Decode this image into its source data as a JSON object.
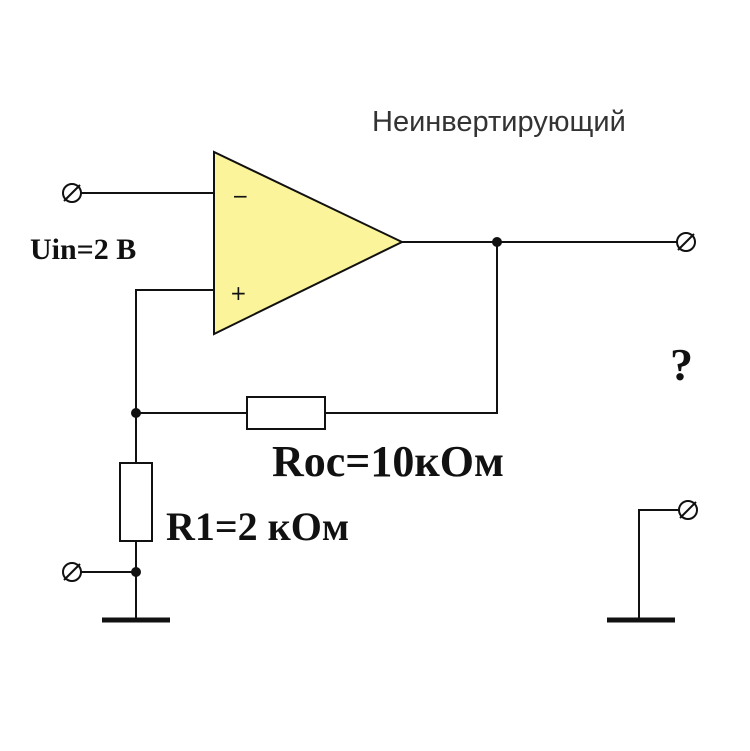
{
  "diagram": {
    "title": "Неинвертирующий",
    "opamp": {
      "inverting_sign": "−",
      "noninverting_sign": "+",
      "fill_color": "#fbf49a"
    },
    "labels": {
      "input_voltage": "Uin=2 В",
      "feedback_resistor": "Roc=10кОм",
      "r1": "R1=2 кОм",
      "unknown_output": "?"
    }
  }
}
